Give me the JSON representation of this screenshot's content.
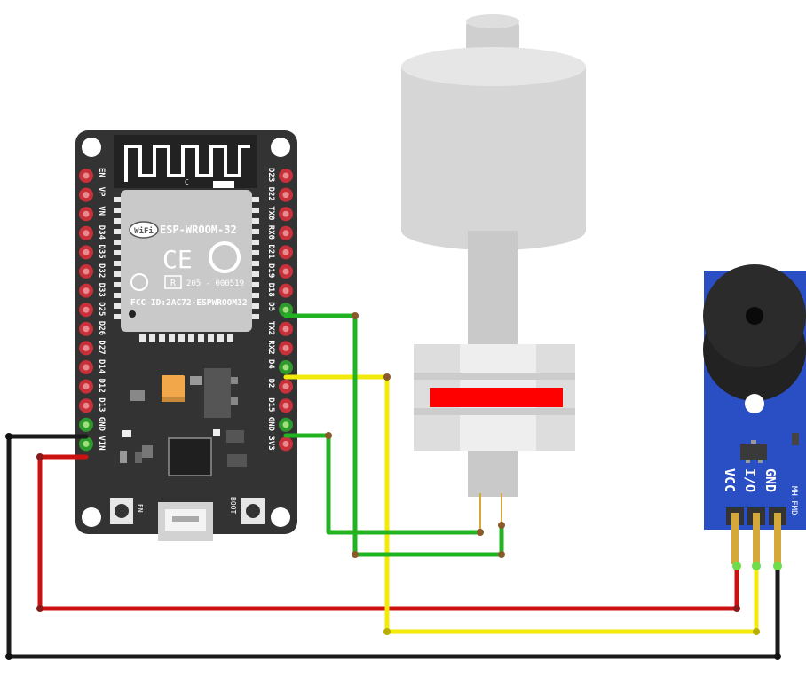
{
  "esp32": {
    "module_name": "ESP-WROOM-32",
    "fcc_id": "FCC ID:2AC72-ESPWROOM32",
    "cert_r": "R",
    "cert_code": "205 - 000519",
    "ce_mark": "CE",
    "wifi_label": "WiFi",
    "antenna_mark": "C",
    "en_button_label": "EN",
    "boot_button_label": "BOOT",
    "left_pins": [
      "EN",
      "VP",
      "VN",
      "D34",
      "D35",
      "D32",
      "D33",
      "D25",
      "D26",
      "D27",
      "D14",
      "D12",
      "D13",
      "GND",
      "VIN"
    ],
    "right_pins": [
      "D23",
      "D22",
      "TX0",
      "RX0",
      "D21",
      "D19",
      "D18",
      "D5",
      "TX2",
      "RX2",
      "D4",
      "D2",
      "D15",
      "GND",
      "3V3"
    ]
  },
  "buzzer": {
    "label": "MH-FMD",
    "pins": [
      "VCC",
      "I/O",
      "GND"
    ]
  },
  "colors": {
    "board": "#333333",
    "buzzer_board": "#2a4fc4",
    "sensor_body": "#d9d9d9",
    "sensor_band": "#ff0000",
    "wire_black": "#1a1a1a",
    "wire_red": "#cc1111",
    "wire_yellow": "#f2ea0a",
    "wire_green": "#22b322"
  }
}
